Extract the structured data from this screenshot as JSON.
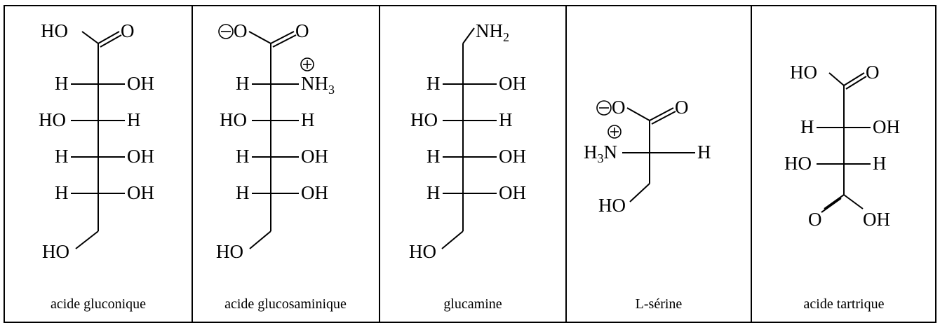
{
  "captions": [
    "acide gluconique",
    "acide glucosaminique",
    "glucamine",
    "L-sérine",
    "acide tartrique"
  ],
  "atoms": {
    "HO": "HO",
    "O": "O",
    "H": "H",
    "OH": "OH",
    "N": "N",
    "H3": "H",
    "sub2": "2",
    "sub3": "3",
    "NH": "NH"
  }
}
